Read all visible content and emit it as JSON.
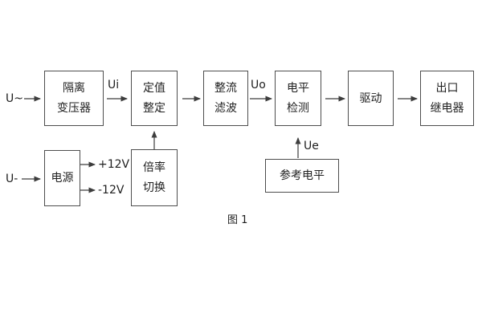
{
  "figure": {
    "caption": "图 1"
  },
  "colors": {
    "background": "#ffffff",
    "line": "#3d3d3d",
    "box_border": "#4d4d4d",
    "text": "#1f1f1f"
  },
  "inputs": {
    "ac_input_label": "U~",
    "dc_input_label": "U-"
  },
  "signals": {
    "ui": "Ui",
    "uo": "Uo",
    "ue": "Ue",
    "plus_12v": "+12V",
    "minus_12v": "-12V"
  },
  "blocks": {
    "isolation_transformer": {
      "line1": "隔离",
      "line2": "变压器"
    },
    "setting_adjust": {
      "line1": "定值",
      "line2": "整定"
    },
    "rectifier_filter": {
      "line1": "整流",
      "line2": "滤波"
    },
    "level_detect": {
      "line1": "电平",
      "line2": "检测"
    },
    "driver": {
      "line1": "驱动"
    },
    "output_relay": {
      "line1": "出口",
      "line2": "继电器"
    },
    "power_supply": {
      "line1": "电源"
    },
    "ratio_switch": {
      "line1": "倍率",
      "line2": "切换"
    },
    "reference_level": {
      "line1": "参考电平"
    }
  }
}
